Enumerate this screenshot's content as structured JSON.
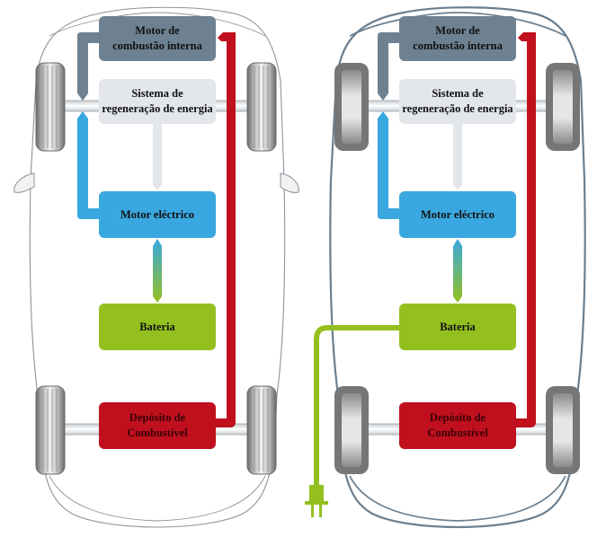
{
  "diagrams": [
    {
      "id": "hybrid",
      "components": {
        "engine": [
          "Motor de",
          "combustão interna"
        ],
        "regen": [
          "Sistema de",
          "regeneração de energia"
        ],
        "emotor": [
          "Motor eléctrico"
        ],
        "battery": [
          "Bateria"
        ],
        "tank": [
          "Depósito de",
          "Combustível"
        ]
      },
      "has_plug": false
    },
    {
      "id": "plug-in-hybrid",
      "components": {
        "engine": [
          "Motor de",
          "combustão interna"
        ],
        "regen": [
          "Sistema de",
          "regeneração de energia"
        ],
        "emotor": [
          "Motor eléctrico"
        ],
        "battery": [
          "Bateria"
        ],
        "tank": [
          "Depósito de",
          "Combustível"
        ]
      },
      "has_plug": true
    }
  ],
  "colors": {
    "engine": "#6d8190",
    "regen": "#e3e6ea",
    "emotor": "#3aa8e0",
    "battery": "#93c01f",
    "tank": "#c0101e",
    "car_outline": "#6f7b85",
    "tire": "#7a7a7a"
  }
}
